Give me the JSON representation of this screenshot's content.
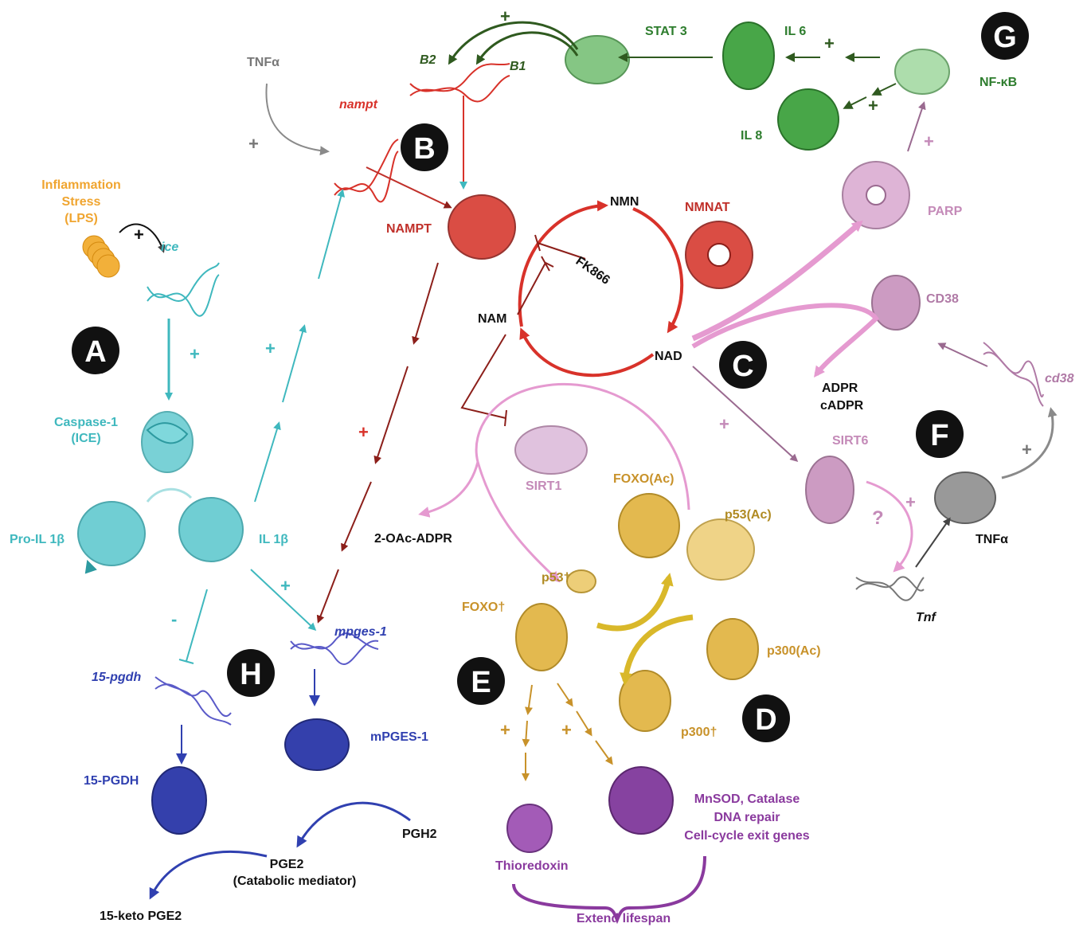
{
  "colors": {
    "teal": "#3fb8be",
    "red": "#d8322a",
    "darkred": "#8c1f1a",
    "green": "#2e7d2e",
    "darkgreen": "#2f5a1f",
    "pink": "#e59ad0",
    "mauve": "#b07aa6",
    "gold": "#d9a124",
    "navy": "#2a2f9a",
    "purple": "#8a3a9e",
    "gray": "#8a8a8a",
    "black": "#111111",
    "orange": "#f0a530"
  },
  "panels": {
    "A": "A",
    "B": "B",
    "C": "C",
    "D": "D",
    "E": "E",
    "F": "F",
    "G": "G",
    "H": "H"
  },
  "labels": {
    "inflammation": "Inflammation",
    "stress": "Stress",
    "lps": "(LPS)",
    "ice_gene": "ice",
    "caspase1": "Caspase-1",
    "caspase1_sub": "(ICE)",
    "pro_il1b": "Pro-IL 1β",
    "il1b": "IL 1β",
    "tnfa_top": "TNFα",
    "nampt_gene": "nampt",
    "nampt": "NAMPT",
    "b1": "B1",
    "b2": "B2",
    "stat3": "STAT 3",
    "il6": "IL 6",
    "il8": "IL 8",
    "nfkb": "NF-κB",
    "nmn": "NMN",
    "nmnat": "NMNAT",
    "fk866": "FK866",
    "nam": "NAM",
    "nad": "NAD",
    "parp": "PARP",
    "cd38": "CD38",
    "cd38_gene": "cd38",
    "adpr": "ADPR",
    "cadpr": "cADPR",
    "sirt6": "SIRT6",
    "tnfa_right": "TNFα",
    "tnf_gene": "Tnf",
    "question": "?",
    "sirt1": "SIRT1",
    "oac_adpr": "2-OAc-ADPR",
    "foxo_ac": "FOXO(Ac)",
    "p53_ac": "p53(Ac)",
    "p53_dag": "p53†",
    "foxo_dag": "FOXO†",
    "p300_ac": "p300(Ac)",
    "p300_dag": "p300†",
    "mpges1_gene": "mpges-1",
    "mpges1": "mPGES-1",
    "pgdh_gene": "15-pgdh",
    "pgdh": "15-PGDH",
    "pgh2": "PGH2",
    "pge2": "PGE2",
    "pge2_sub": "(Catabolic mediator)",
    "keto_pge2": "15-keto PGE2",
    "thioredoxin": "Thioredoxin",
    "mnsod": "MnSOD, Catalase",
    "dna_repair": "DNA repair",
    "cellcycle": "Cell-cycle exit genes",
    "extend": "Extend lifespan"
  },
  "signs": {
    "plus": "+",
    "minus": "-"
  }
}
